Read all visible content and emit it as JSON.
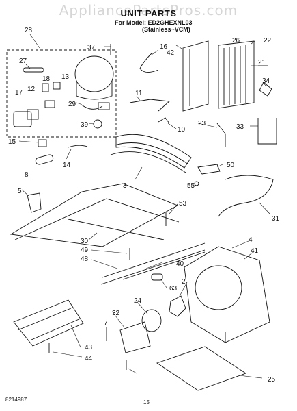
{
  "watermark": "AppliancePartsPros.com",
  "title": "UNIT PARTS",
  "model_line": "For Model: ED2GHEXNL03",
  "variant_line": "(Stainless~VCM)",
  "document_number": "8214987",
  "page_number": "15",
  "part_labels": [
    "28",
    "37",
    "16",
    "42",
    "26",
    "22",
    "27",
    "13",
    "18",
    "12",
    "21",
    "34",
    "17",
    "29",
    "11",
    "10",
    "39",
    "23",
    "33",
    "15",
    "14",
    "50",
    "8",
    "3",
    "55",
    "5",
    "31",
    "53",
    "30",
    "49",
    "4",
    "41",
    "48",
    "40",
    "63",
    "2",
    "24",
    "7",
    "32",
    "43",
    "44",
    "25"
  ]
}
